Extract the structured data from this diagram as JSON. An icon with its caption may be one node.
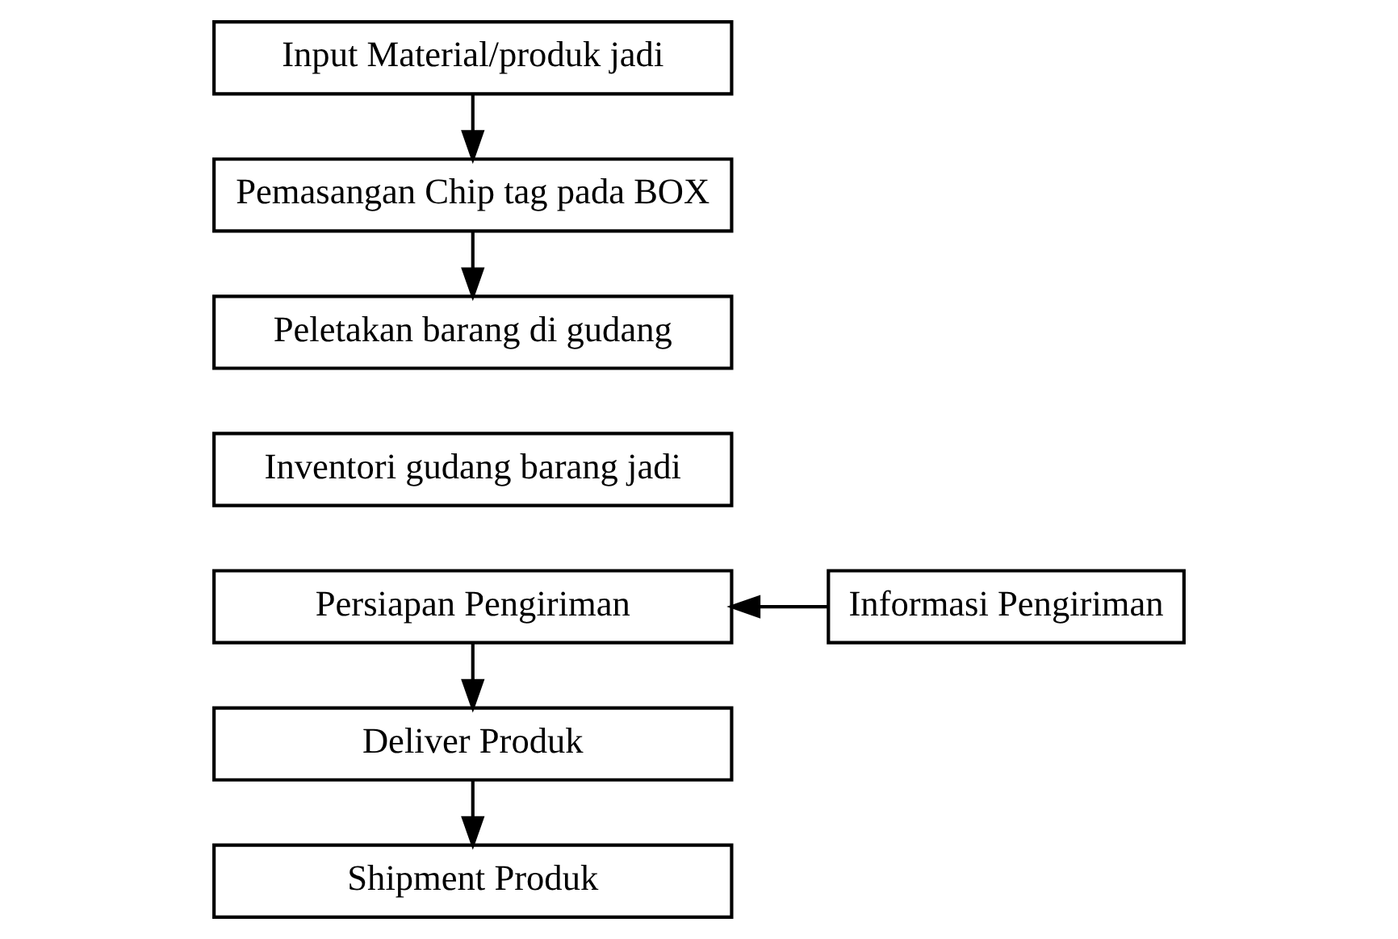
{
  "diagram": {
    "nodes": [
      {
        "text": [
          "Input Material/produk jadi"
        ]
      },
      {
        "text": [
          "Pemasangan Chip tag pada BOX"
        ]
      },
      {
        "text": [
          "Peletakan barang di gudang"
        ]
      },
      {
        "text": [
          "Inventori gudang barang jadi"
        ]
      },
      {
        "text": [
          "Persiapan Pengiriman"
        ]
      },
      {
        "text": [
          "Informasi Pengiriman"
        ]
      },
      {
        "text": [
          "Deliver Produk"
        ]
      },
      {
        "text": [
          "Shipment Produk"
        ]
      }
    ],
    "edges": [
      {
        "from": 0,
        "to": 1,
        "arrow": "to"
      },
      {
        "from": 1,
        "to": 2,
        "arrow": "to"
      },
      {
        "from": 5,
        "to": 4,
        "arrow": "to"
      },
      {
        "from": 4,
        "to": 6,
        "arrow": "to"
      },
      {
        "from": 6,
        "to": 7,
        "arrow": "to"
      }
    ]
  }
}
